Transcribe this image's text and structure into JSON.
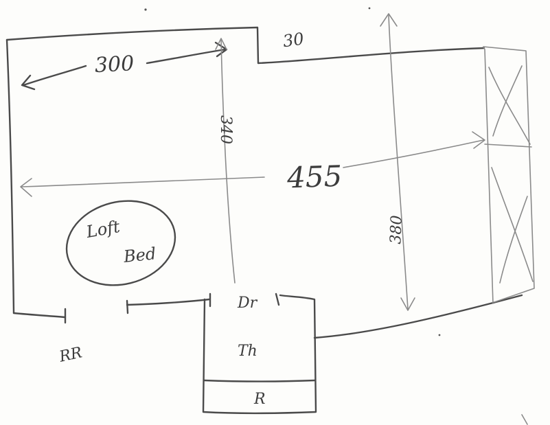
{
  "dimensions": {
    "top_width": "300",
    "notch": "30",
    "vertical_left": "340",
    "full_width": "455",
    "vertical_right": "380"
  },
  "rooms": {
    "loft_bed_line1": "Loft",
    "loft_bed_line2": "Bed",
    "door_label": "Dr",
    "room_label": "Th",
    "lower_box_label": "R",
    "bottom_left_note": "RR"
  },
  "colors": {
    "paper": "#fdfdfb",
    "ink": "#4a4a4a",
    "faint_ink": "#8a8a8a"
  }
}
